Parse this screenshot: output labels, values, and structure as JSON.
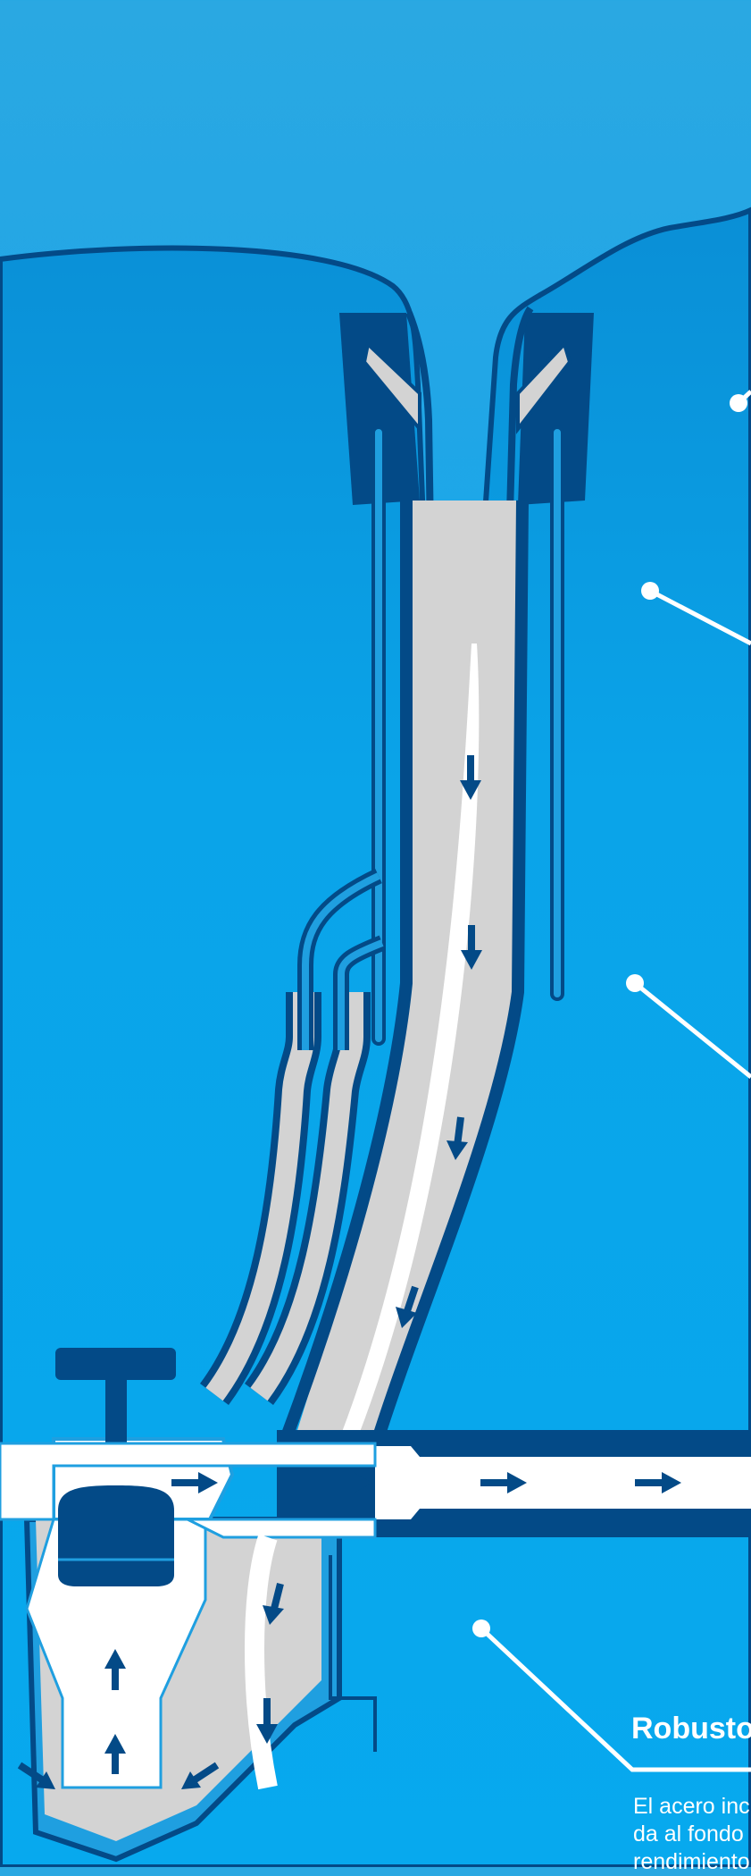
{
  "caption": {
    "title": "Robusto",
    "body_lines": [
      "El acero inc",
      "da al fondo",
      "rendimiento"
    ]
  },
  "colors": {
    "background": "#22a6e6",
    "dark_blue": "#034a87",
    "mid_blue": "#1f9fe0",
    "light_gray": "#d3d3d3",
    "white": "#ffffff"
  },
  "icons": [
    "flow-arrow-icon",
    "callout-dot-icon"
  ]
}
